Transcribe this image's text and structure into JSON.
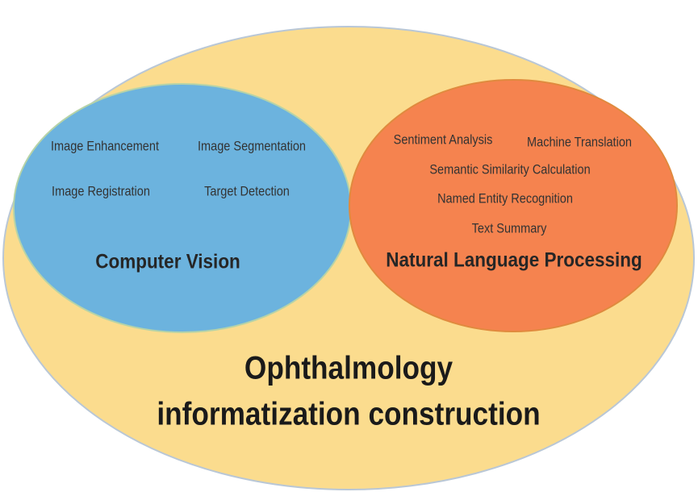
{
  "colors": {
    "outer_fill": "#fbdc8e",
    "outer_stroke": "#b9c7d6",
    "cv_fill": "#6cb3de",
    "cv_stroke": "#b6d3a8",
    "nlp_fill": "#f5834f",
    "nlp_stroke": "#e08a3e"
  },
  "outer": {
    "title_line1": "Ophthalmology",
    "title_line2": "informatization construction"
  },
  "computer_vision": {
    "title": "Computer Vision",
    "items": [
      "Image Enhancement",
      "Image Segmentation",
      "Image Registration",
      "Target Detection"
    ]
  },
  "nlp": {
    "title": "Natural Language Processing",
    "items": [
      "Sentiment Analysis",
      "Machine Translation",
      "Semantic Similarity Calculation",
      "Named Entity Recognition",
      "Text Summary"
    ]
  }
}
